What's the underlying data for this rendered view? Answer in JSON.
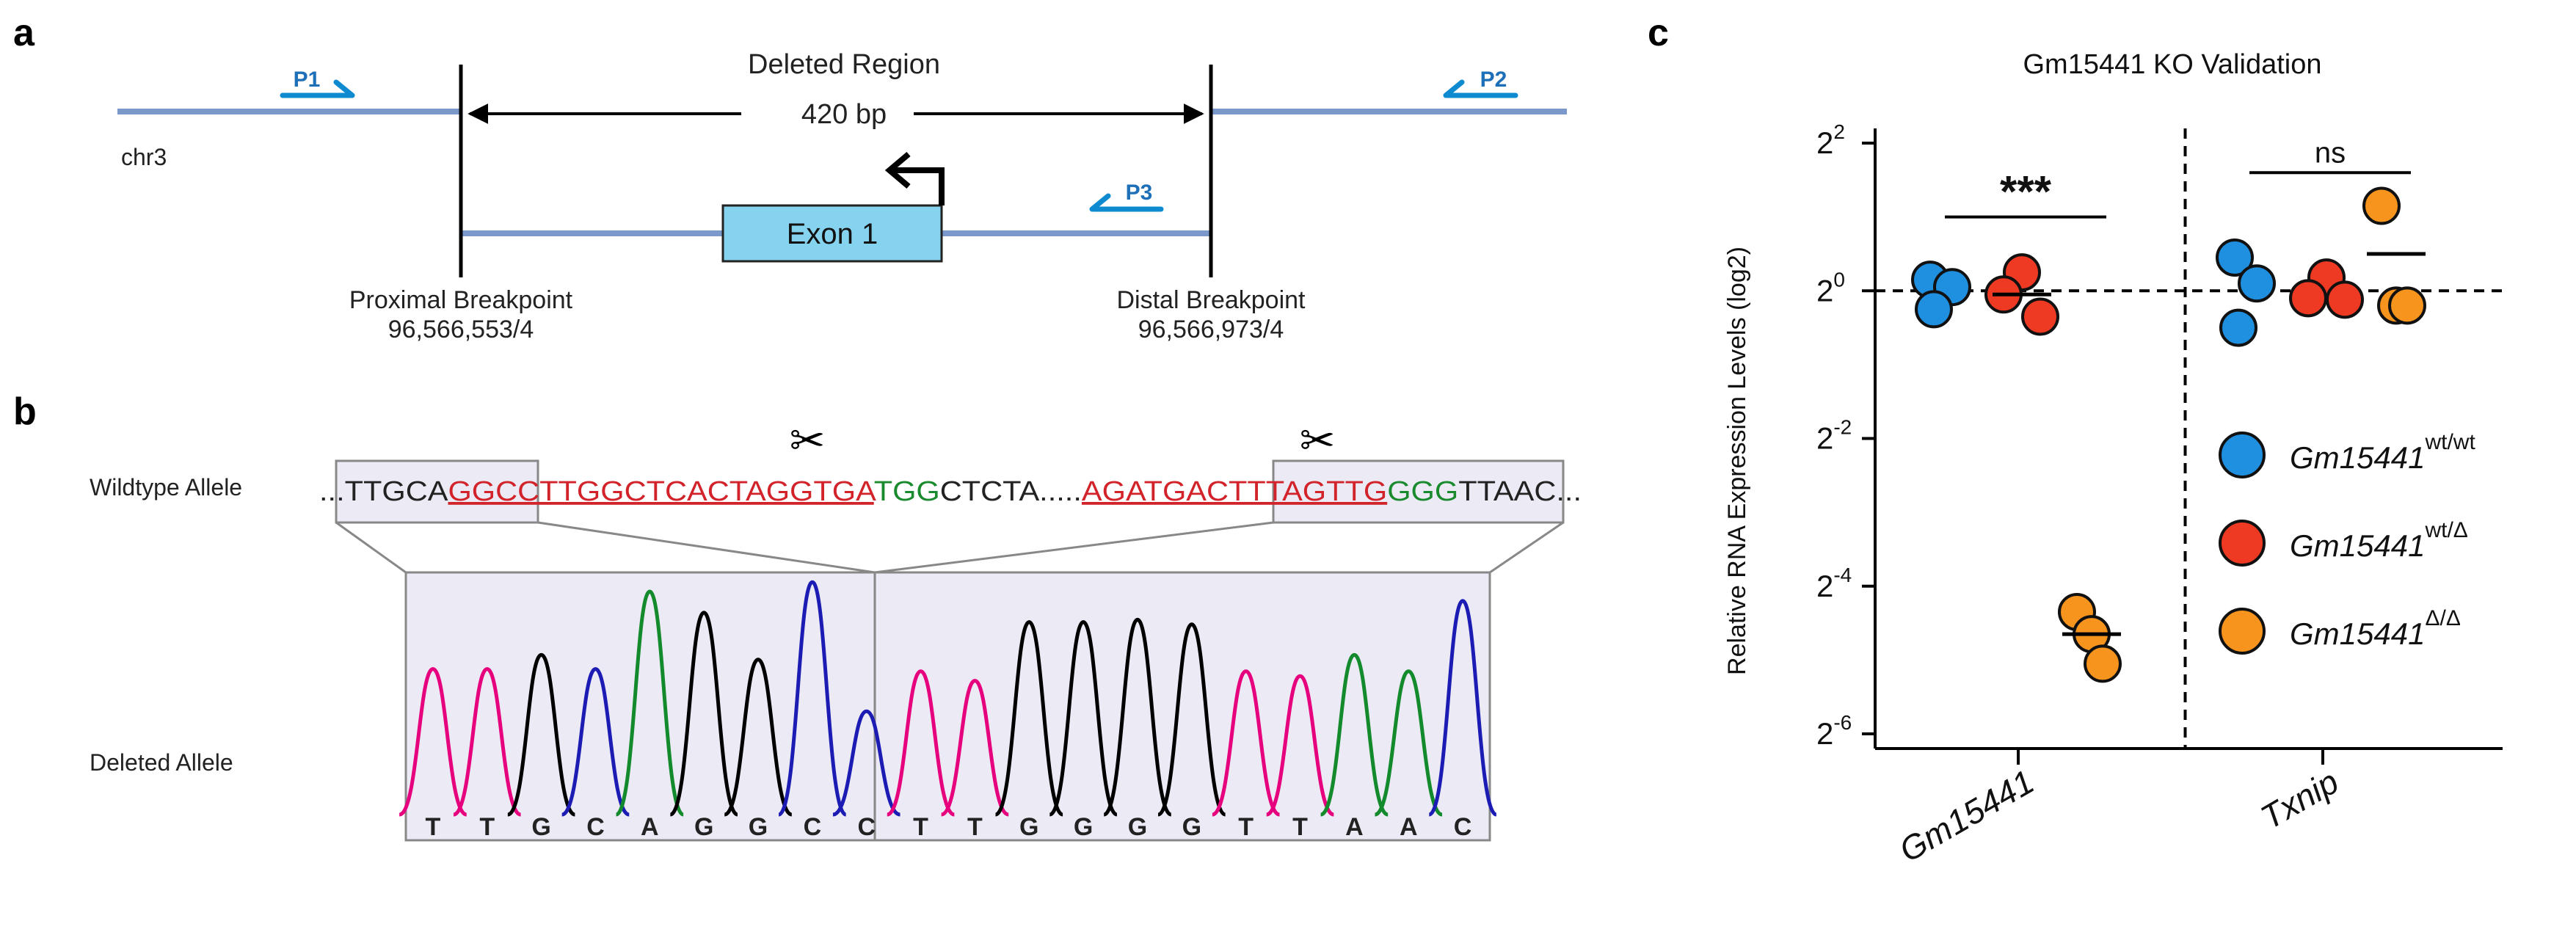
{
  "panel_a": {
    "label": "a",
    "primers": [
      "P1",
      "P2",
      "P3"
    ],
    "chrom": "chr3",
    "deleted_title": "Deleted Region",
    "deleted_size": "420 bp",
    "exon": "Exon 1",
    "proximal_name": "Proximal Breakpoint",
    "proximal_pos": "96,566,553/4",
    "distal_name": "Distal Breakpoint",
    "distal_pos": "96,566,973/4"
  },
  "panel_b": {
    "label": "b",
    "wildtype_label": "Wildtype Allele",
    "deleted_label": "Deleted Allele",
    "wt_segments": [
      {
        "text": "...",
        "color": "#222222",
        "u": false
      },
      {
        "text": "TTGCA",
        "color": "#222222",
        "u": false
      },
      {
        "text": "GGCCTTGGCTCACTAGGTGA",
        "color": "#d2232a",
        "u": true
      },
      {
        "text": "TGG",
        "color": "#1a8a2e",
        "u": false
      },
      {
        "text": "CTCTA.....",
        "color": "#222222",
        "u": false
      },
      {
        "text": "AGATGACTTTAGTTG",
        "color": "#d2232a",
        "u": true
      },
      {
        "text": "GGG",
        "color": "#1a8a2e",
        "u": false
      },
      {
        "text": "TTAAC...",
        "color": "#222222",
        "u": false
      }
    ],
    "bases": [
      "T",
      "T",
      "G",
      "C",
      "A",
      "G",
      "G",
      "C",
      "C",
      "T",
      "T",
      "G",
      "G",
      "G",
      "G",
      "T",
      "T",
      "A",
      "A",
      "C"
    ],
    "peak_heights": [
      0.62,
      0.62,
      0.68,
      0.62,
      0.95,
      0.86,
      0.66,
      0.99,
      0.44,
      0.61,
      0.57,
      0.82,
      0.82,
      0.83,
      0.81,
      0.61,
      0.59,
      0.68,
      0.61,
      0.91
    ],
    "base_colors": {
      "T": "#e6007e",
      "G": "#000000",
      "C": "#1c1cb4",
      "A": "#138a2b"
    }
  },
  "panel_c": {
    "label": "c",
    "chart_data": {
      "type": "scatter",
      "title": "Gm15441 KO Validation",
      "ylabel": "Relative RNA Expression Levels (log2)",
      "yscale": "log2",
      "ylim": [
        -6,
        2
      ],
      "yticks": [
        {
          "value": 2,
          "base": "2",
          "exp": "2"
        },
        {
          "value": 0,
          "base": "2",
          "exp": "0"
        },
        {
          "value": -2,
          "base": "2",
          "exp": "-2"
        },
        {
          "value": -4,
          "base": "2",
          "exp": "-4"
        },
        {
          "value": -6,
          "base": "2",
          "exp": "-6"
        }
      ],
      "categories": [
        "Gm15441",
        "Txnip"
      ],
      "reference_line": 0,
      "series": [
        {
          "name": "Gm15441 wt/wt",
          "base": "Gm15441",
          "sup": "wt/wt",
          "color": "#1f8fe0",
          "points": [
            {
              "cat": 0,
              "y": 0.15
            },
            {
              "cat": 0,
              "y": 0.05
            },
            {
              "cat": 0,
              "y": -0.25
            },
            {
              "cat": 1,
              "y": 0.45
            },
            {
              "cat": 1,
              "y": 0.1
            },
            {
              "cat": 1,
              "y": -0.5
            }
          ],
          "mean_marks": false
        },
        {
          "name": "Gm15441 wt/Δ",
          "base": "Gm15441",
          "sup": "wt/Δ",
          "color": "#ee3a23",
          "points": [
            {
              "cat": 0,
              "y": 0.25
            },
            {
              "cat": 0,
              "y": -0.05
            },
            {
              "cat": 0,
              "y": -0.35
            },
            {
              "cat": 1,
              "y": 0.18
            },
            {
              "cat": 1,
              "y": -0.1
            },
            {
              "cat": 1,
              "y": -0.12
            }
          ],
          "mean_marks": true
        },
        {
          "name": "Gm15441 Δ/Δ",
          "base": "Gm15441",
          "sup": "Δ/Δ",
          "color": "#f7941d",
          "points": [
            {
              "cat": 0,
              "y": -4.35
            },
            {
              "cat": 0,
              "y": -4.65
            },
            {
              "cat": 0,
              "y": -5.05
            },
            {
              "cat": 1,
              "y": 1.15
            },
            {
              "cat": 1,
              "y": -0.2
            },
            {
              "cat": 1,
              "y": -0.2
            }
          ],
          "mean_marks": true
        }
      ],
      "group_means": [
        {
          "cat": 0,
          "series": 1,
          "y": -0.05
        },
        {
          "cat": 0,
          "series": 2,
          "y": -4.65
        },
        {
          "cat": 1,
          "series": 2,
          "y": 0.5
        }
      ],
      "significance": [
        {
          "label": "***",
          "cat": 0,
          "y": 1.0
        },
        {
          "label": "ns",
          "cat": 1,
          "y": 1.6
        }
      ],
      "legend_position": "lower-right",
      "grid": false
    }
  }
}
